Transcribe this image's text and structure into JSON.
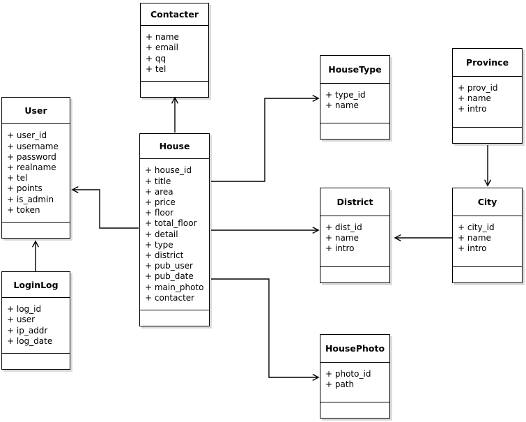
{
  "diagram": {
    "kind": "uml-class-diagram",
    "background_color": "#ffffff",
    "line_color": "#000000",
    "box_fill": "#ffffff",
    "classes": [
      {
        "id": "contacter",
        "name": "Contacter",
        "attributes": [
          "+ name",
          "+ email",
          "+ qq",
          "+ tel"
        ],
        "operations": []
      },
      {
        "id": "user",
        "name": "User",
        "attributes": [
          "+ user_id",
          "+ username",
          "+ password",
          "+ realname",
          "+ tel",
          "+ points",
          "+ is_admin",
          "+ token"
        ],
        "operations": []
      },
      {
        "id": "house",
        "name": "House",
        "attributes": [
          "+ house_id",
          "+ title",
          "+ area",
          "+ price",
          "+ floor",
          "+ total_floor",
          "+ detail",
          "+ type",
          "+ district",
          "+ pub_user",
          "+ pub_date",
          "+ main_photo",
          "+ contacter"
        ],
        "operations": []
      },
      {
        "id": "loginlog",
        "name": "LoginLog",
        "attributes": [
          "+ log_id",
          "+ user",
          "+ ip_addr",
          "+ log_date"
        ],
        "operations": []
      },
      {
        "id": "housetype",
        "name": "HouseType",
        "attributes": [
          "+ type_id",
          "+ name"
        ],
        "operations": []
      },
      {
        "id": "district",
        "name": "District",
        "attributes": [
          "+ dist_id",
          "+ name",
          "+ intro"
        ],
        "operations": []
      },
      {
        "id": "housephoto",
        "name": "HousePhoto",
        "attributes": [
          "+ photo_id",
          "+ path"
        ],
        "operations": []
      },
      {
        "id": "province",
        "name": "Province",
        "attributes": [
          "+ prov_id",
          "+ name",
          "+ intro"
        ],
        "operations": []
      },
      {
        "id": "city",
        "name": "City",
        "attributes": [
          "+ city_id",
          "+ name",
          "+ intro"
        ],
        "operations": []
      }
    ],
    "associations": [
      {
        "id": "house-contacter",
        "from": "House",
        "to": "Contacter",
        "arrow": "open"
      },
      {
        "id": "house-user",
        "from": "House",
        "to": "User",
        "arrow": "open"
      },
      {
        "id": "loginlog-user",
        "from": "LoginLog",
        "to": "User",
        "arrow": "open"
      },
      {
        "id": "house-housetype",
        "from": "House",
        "to": "HouseType",
        "arrow": "open"
      },
      {
        "id": "house-district",
        "from": "House",
        "to": "District",
        "arrow": "open"
      },
      {
        "id": "house-housephoto",
        "from": "House",
        "to": "HousePhoto",
        "arrow": "open"
      },
      {
        "id": "city-district",
        "from": "City",
        "to": "District",
        "arrow": "open"
      },
      {
        "id": "province-city",
        "from": "Province",
        "to": "City",
        "arrow": "open"
      }
    ]
  }
}
